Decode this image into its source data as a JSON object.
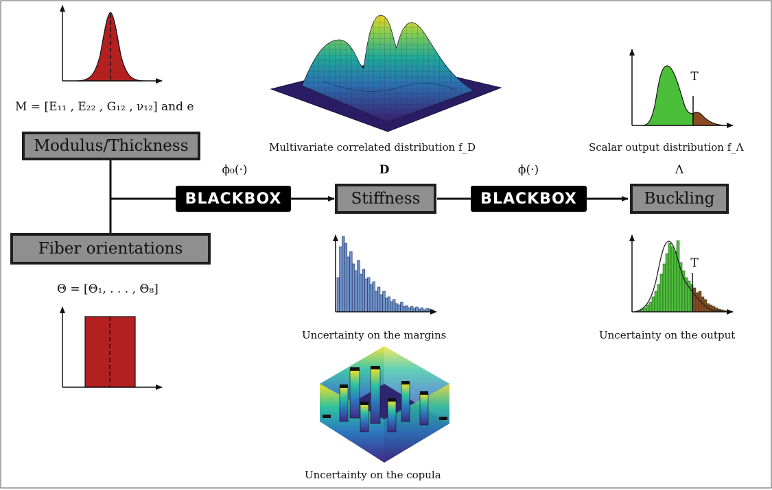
{
  "boxes": {
    "modulus_thickness": "Modulus/Thickness",
    "fiber_orientations": "Fiber orientations",
    "stiffness": "Stiffness",
    "buckling": "Buckling"
  },
  "blackbox": {
    "label_1": "BLACKBOX",
    "label_2": "BLACKBOX"
  },
  "symbols": {
    "phi0": "ϕ₀(·)",
    "D": "D",
    "phi": "ϕ(·)",
    "Lambda": "Λ",
    "T_top": "T",
    "T_bottom": "T"
  },
  "equations": {
    "M": "M = [E₁₁ , E₂₂ , G₁₂ , ν₁₂] and e",
    "Theta": "Θ = [Θ₁, . . . , Θ₈]"
  },
  "captions": {
    "multivariate": "Multivariate correlated distribution f_D",
    "scalar_output": "Scalar output distribution f_Λ",
    "margins": "Uncertainty on the margins",
    "output": "Uncertainty on the output",
    "copula": "Uncertainty on the copula"
  },
  "colors": {
    "box_fill": "#8f8f8f",
    "box_border": "#1e1e1e",
    "red_distribution": "#b22020",
    "green_distribution": "#4cbf3a",
    "brown_tail": "#8b4a22",
    "blue_histogram": "#6f92c8",
    "surface_low": "#3b1f6e",
    "surface_high": "#f0d020"
  }
}
